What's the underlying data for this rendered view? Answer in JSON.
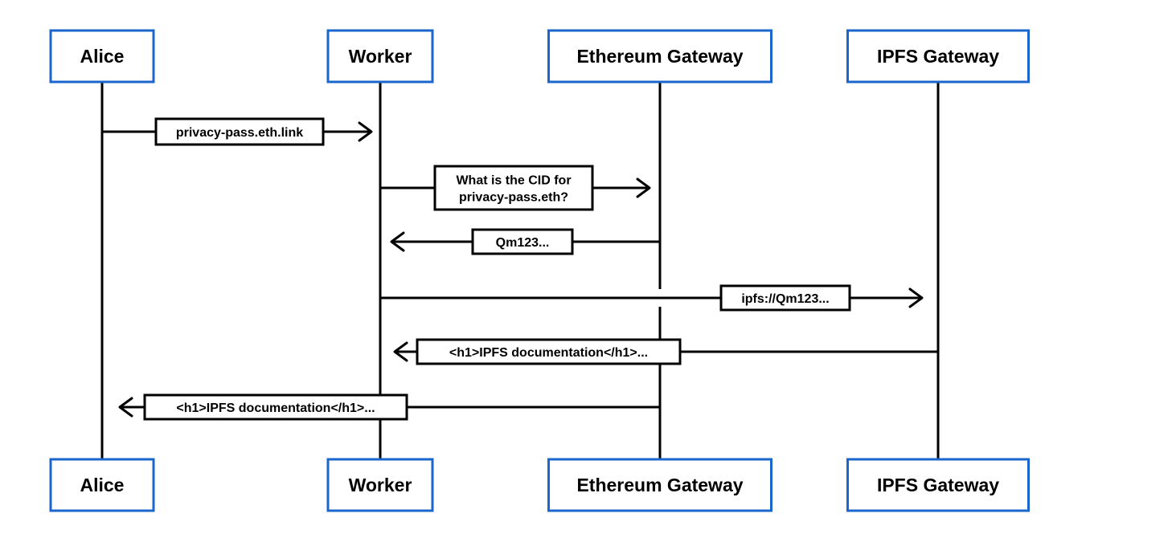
{
  "diagram": {
    "actors": [
      {
        "label": "Alice"
      },
      {
        "label": "Worker"
      },
      {
        "label": "Ethereum Gateway"
      },
      {
        "label": "IPFS Gateway"
      }
    ],
    "messages": [
      {
        "from": 0,
        "to": 1,
        "lines": [
          "privacy-pass.eth.link"
        ]
      },
      {
        "from": 1,
        "to": 2,
        "lines": [
          "What is the CID for",
          "privacy-pass.eth?"
        ]
      },
      {
        "from": 2,
        "to": 1,
        "lines": [
          "Qm123..."
        ]
      },
      {
        "from": 1,
        "to": 3,
        "lines": [
          "ipfs://Qm123..."
        ]
      },
      {
        "from": 3,
        "to": 1,
        "lines": [
          "<h1>IPFS documentation</h1>..."
        ]
      },
      {
        "from": 2,
        "to": 0,
        "lines": [
          "<h1>IPFS documentation</h1>..."
        ]
      }
    ],
    "colors": {
      "actor_border": "#1a66cc",
      "line": "#000000"
    }
  }
}
